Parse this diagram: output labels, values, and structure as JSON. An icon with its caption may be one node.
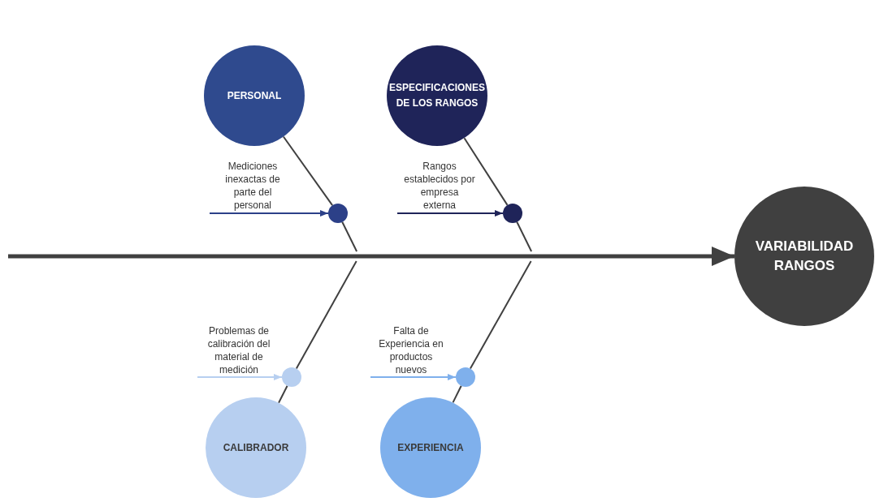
{
  "diagram": {
    "nodes": [
      {
        "text": [
          "PERSONAL"
        ]
      },
      {
        "text": [
          "ESPECIFICACIONES DE LOS RANGOS"
        ]
      },
      {
        "text": [
          "Mediciones inexactas de parte del personal"
        ]
      },
      {
        "text": [],
        "shape": "circle"
      },
      {
        "text": [
          "Rangos establecidos por empresa externa"
        ]
      },
      {
        "text": [],
        "shape": "circle"
      },
      {
        "text": [
          "VARIABILIDAD RANGOS"
        ]
      },
      {
        "text": [
          "Problemas de calibración del material de medición"
        ]
      },
      {
        "text": [],
        "shape": "circle"
      },
      {
        "text": [
          "Falta de Experiencia en productos nuevos"
        ]
      },
      {
        "text": [],
        "shape": "circle"
      },
      {
        "text": [
          "CALIBRADOR"
        ]
      },
      {
        "text": [
          "EXPERIENCIA"
        ]
      }
    ],
    "edges": [
      {
        "from": 2,
        "to": 3,
        "arrow": "to",
        "color": "#2c4088"
      },
      {
        "from": 4,
        "to": 5,
        "arrow": "to",
        "color": "#1f2459"
      },
      {
        "from": 7,
        "to": 8,
        "arrow": "to",
        "color": "#b7cff0"
      },
      {
        "from": 9,
        "to": 10,
        "arrow": "to",
        "color": "#7fb0ec"
      },
      {
        "from": 0,
        "to": 3,
        "arrow": "none"
      },
      {
        "from": 1,
        "to": 5,
        "arrow": "none"
      },
      {
        "from": 11,
        "to": 8,
        "arrow": "none"
      },
      {
        "from": 12,
        "to": 10,
        "arrow": "none"
      },
      {
        "from": null,
        "to": 6,
        "arrow": "to",
        "style": "thick"
      }
    ]
  }
}
